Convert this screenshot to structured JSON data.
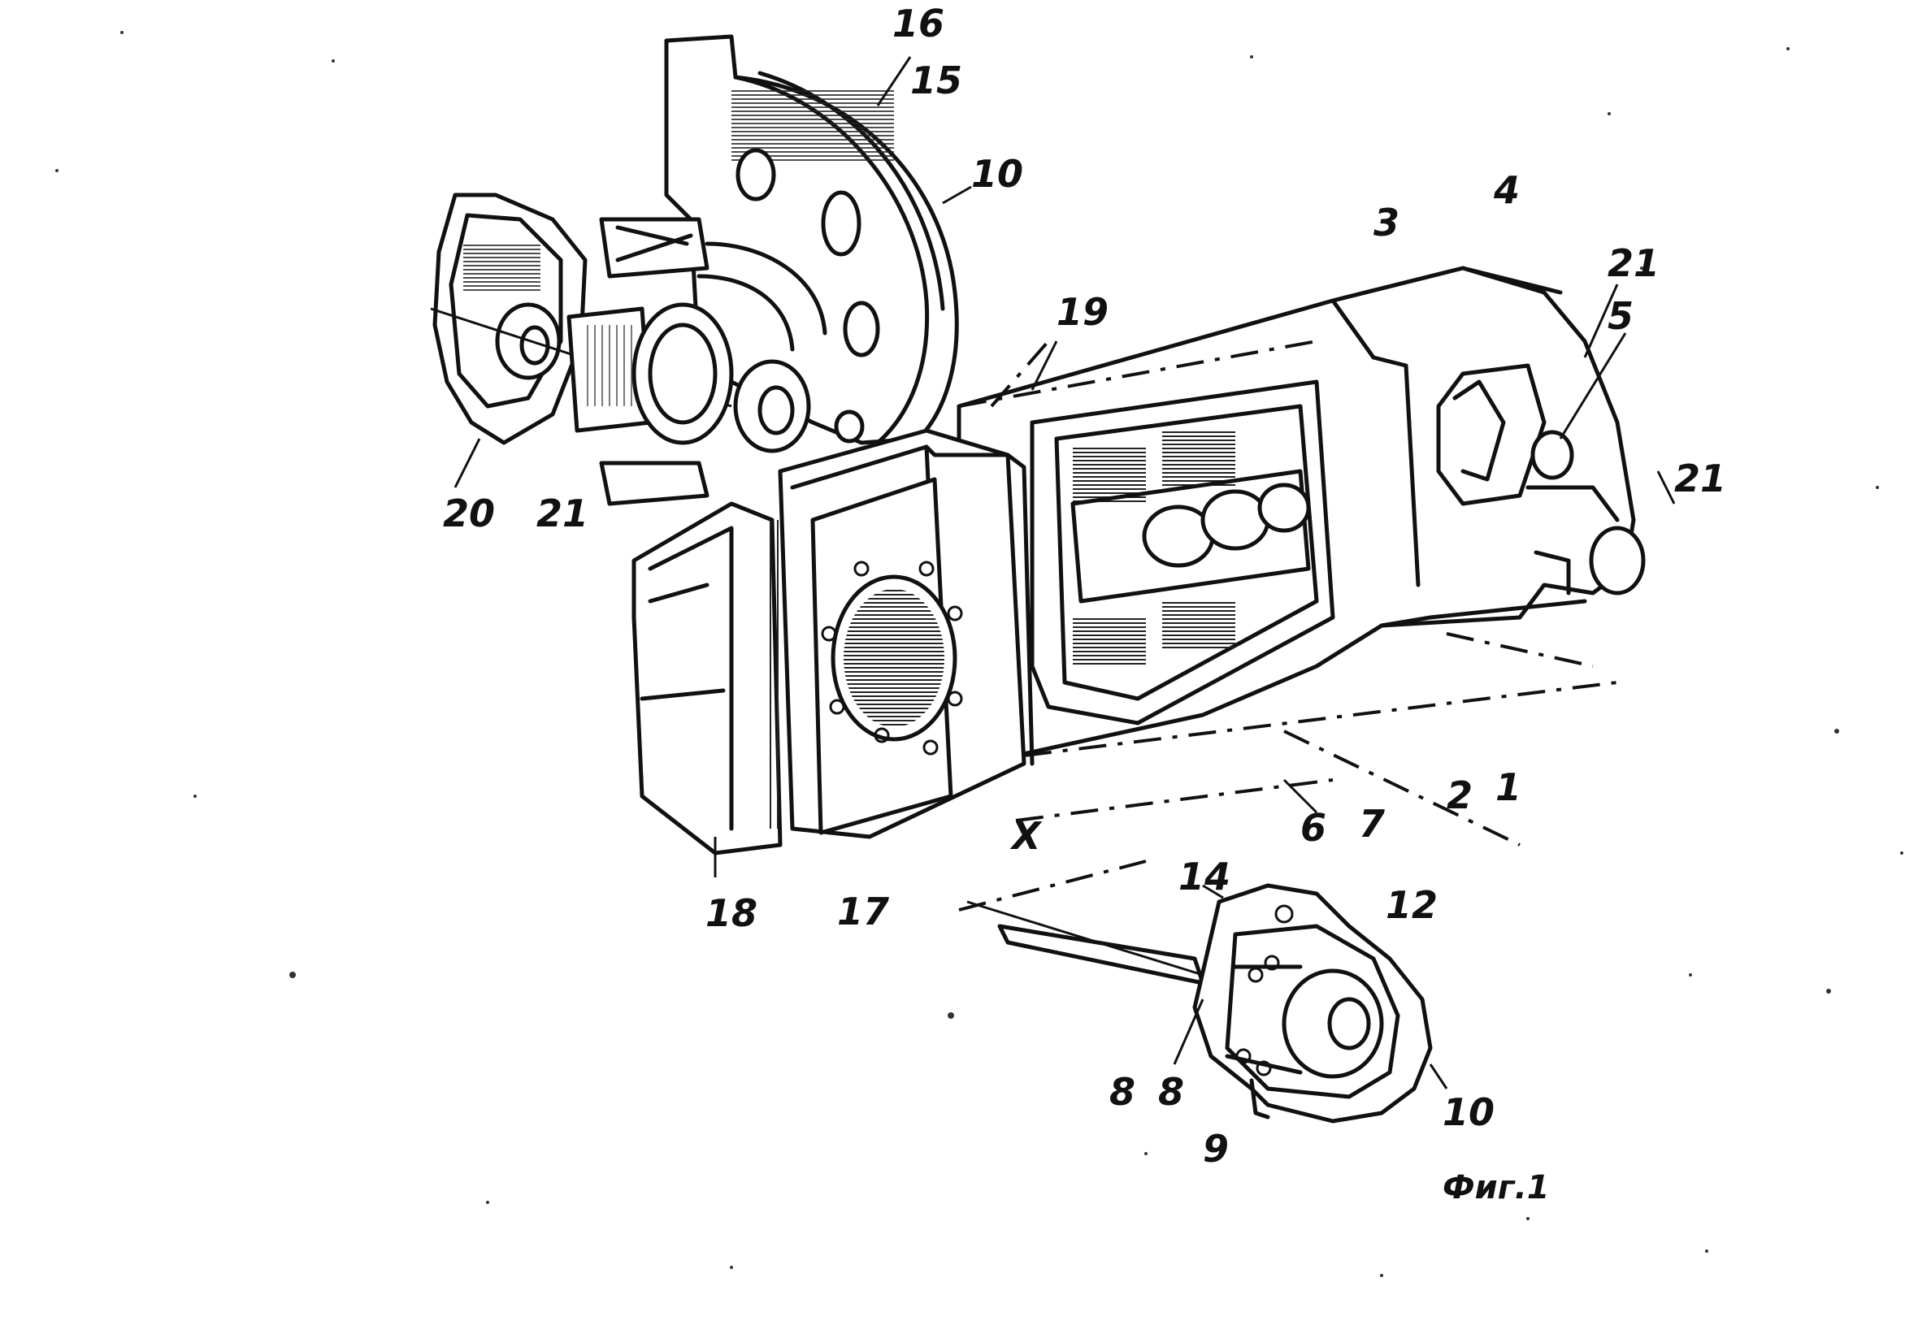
{
  "figure": {
    "caption": "Фиг.1",
    "labels": {
      "l16": "16",
      "l15": "15",
      "l10a": "10",
      "l3": "3",
      "l4": "4",
      "l21a": "21",
      "l5": "5",
      "l19": "19",
      "l21b": "21",
      "l20": "20",
      "l21c": "21",
      "l6": "6",
      "l7": "7",
      "l2": "2",
      "l1": "1",
      "lX": "X",
      "l18": "18",
      "l17": "17",
      "l14": "14",
      "l12": "12",
      "l8a": "8",
      "l8b": "8",
      "l10b": "10",
      "l9": "9"
    }
  }
}
